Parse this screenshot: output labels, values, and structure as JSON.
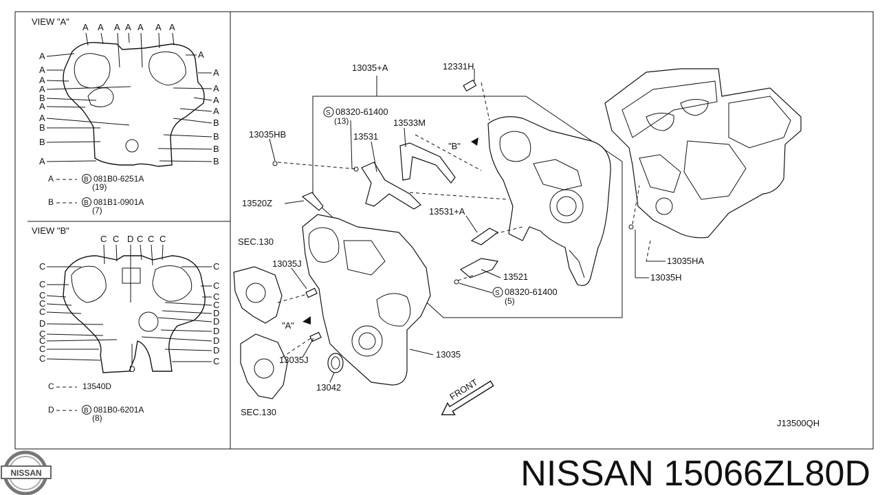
{
  "view_a": {
    "title": "VIEW \"A\"",
    "letter_a": "A",
    "letter_b": "B",
    "legend": [
      {
        "key": "A",
        "part": "081B0-6251A",
        "qty": "(19)"
      },
      {
        "key": "B",
        "part": "081B1-0901A",
        "qty": "(7)"
      }
    ]
  },
  "view_b": {
    "title": "VIEW \"B\"",
    "letter_c": "C",
    "letter_d": "D",
    "legend": [
      {
        "key": "C",
        "part": "13540D",
        "qty": ""
      },
      {
        "key": "D",
        "part": "081B0-6201A",
        "qty": "(8)"
      }
    ]
  },
  "callouts": {
    "p13035a": "13035+A",
    "p12331h": "12331H",
    "bolt_top": "08320-61400",
    "bolt_top_qty": "(13)",
    "p13533m": "13533M",
    "p13035hb": "13035HB",
    "p13531": "13531",
    "view_b_marker": "\"B\"",
    "p13520z": "13520Z",
    "p13531a": "13531+A",
    "sec130_top": "SEC.130",
    "p13035j_top": "13035J",
    "p13521": "13521",
    "bolt_bottom": "08320-61400",
    "bolt_bottom_qty": "(5)",
    "view_a_marker": "\"A\"",
    "p13035j_bottom": "13035J",
    "p13035": "13035",
    "p13042": "13042",
    "sec130_bottom": "SEC.130",
    "p13035ha": "13035HA",
    "p13035h": "13035H",
    "front": "FRONT",
    "drawing_code": "J13500QH"
  },
  "brand": {
    "logo_text": "NISSAN",
    "caption": "NISSAN 15066ZL80D"
  }
}
